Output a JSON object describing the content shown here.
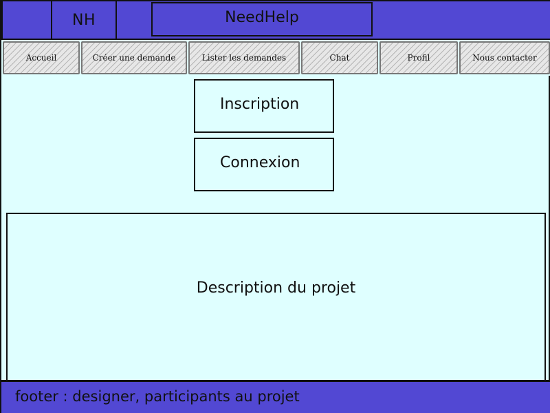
{
  "header": {
    "logo": "NH",
    "title": "NeedHelp"
  },
  "nav": {
    "items": [
      {
        "label": "Accueil"
      },
      {
        "label": "Créer une demande"
      },
      {
        "label": "Lister les demandes"
      },
      {
        "label": "Chat"
      },
      {
        "label": "Profil"
      },
      {
        "label": "Nous contacter"
      }
    ]
  },
  "actions": {
    "signup_label": "Inscription",
    "login_label": "Connexion"
  },
  "main": {
    "description": "Description du projet"
  },
  "footer": {
    "text": "footer : designer, participants au projet"
  },
  "colors": {
    "header_bg": "#5248d3",
    "page_bg": "#dfffff",
    "border": "#111111"
  }
}
